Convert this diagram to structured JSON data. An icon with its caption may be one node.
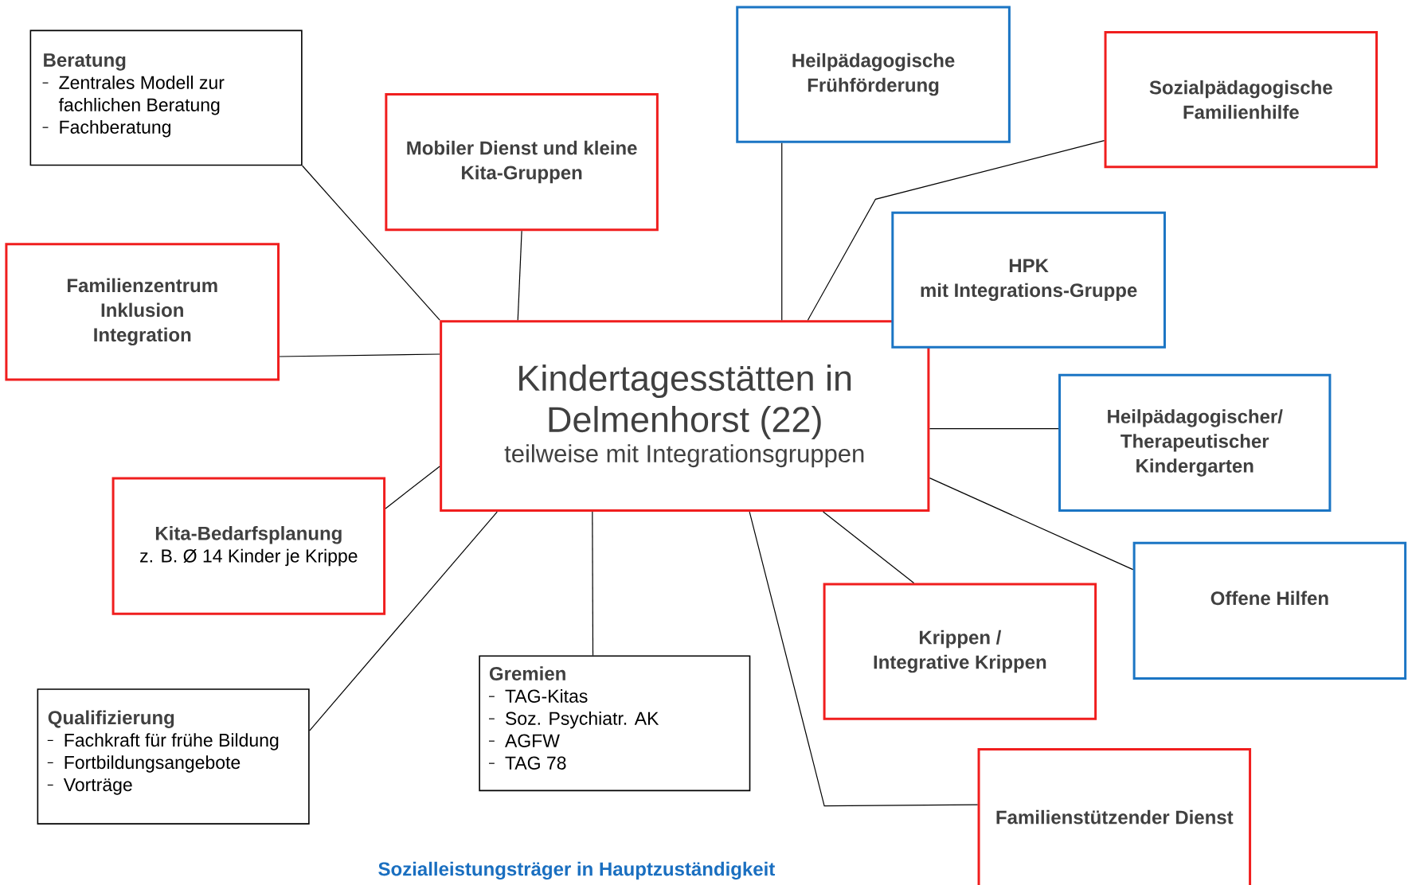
{
  "diagram": {
    "nodes": [
      {
        "text": [
          "Kindertagesstätten in Delmenhorst (22)",
          "teilweise mit Integrationsgruppen"
        ]
      },
      {
        "text": [
          "Beratung",
          "Zentrales Modell zur fachlichen Beratung",
          "Fachberatung"
        ]
      },
      {
        "text": [
          "Mobiler Dienst und kleine Kita-Gruppen"
        ]
      },
      {
        "text": [
          "Heilpädagogische Frühförderung"
        ]
      },
      {
        "text": [
          "Sozialpädagogische Familienhilfe"
        ]
      },
      {
        "text": [
          "Familienzentrum",
          "Inklusion",
          "Integration"
        ]
      },
      {
        "text": [
          "HPK",
          "mit Integrations-Gruppe"
        ]
      },
      {
        "text": [
          "Heilpädagogischer/ Therapeutischer Kindergarten"
        ]
      },
      {
        "text": [
          "Kita-Bedarfsplanung",
          "z. B. Ø 14 Kinder je Krippe"
        ]
      },
      {
        "text": [
          "Offene Hilfen"
        ]
      },
      {
        "text": [
          "Krippen /",
          "Integrative Krippen"
        ]
      },
      {
        "text": [
          "Qualifizierung",
          "Fachkraft für frühe Bildung",
          "Fortbildungsangebote",
          "Vorträge"
        ]
      },
      {
        "text": [
          "Gremien",
          "TAG-Kitas",
          "Soz. Psychiatr. AK",
          "AGFW",
          "TAG 78"
        ]
      },
      {
        "text": [
          "Familienstützender Dienst"
        ]
      }
    ],
    "edges": [
      {
        "from": 1,
        "to": 0,
        "arrow": "none"
      },
      {
        "from": 2,
        "to": 0,
        "arrow": "none"
      },
      {
        "from": 3,
        "to": 0,
        "arrow": "none"
      },
      {
        "from": 4,
        "to": 0,
        "arrow": "none"
      },
      {
        "from": 5,
        "to": 0,
        "arrow": "none"
      },
      {
        "from": 7,
        "to": 0,
        "arrow": "none"
      },
      {
        "from": 8,
        "to": 0,
        "arrow": "none"
      },
      {
        "from": 9,
        "to": 0,
        "arrow": "none"
      },
      {
        "from": 10,
        "to": 0,
        "arrow": "none"
      },
      {
        "from": 11,
        "to": 0,
        "arrow": "none"
      },
      {
        "from": 12,
        "to": 0,
        "arrow": "none"
      },
      {
        "from": 13,
        "to": 0,
        "arrow": "none"
      }
    ],
    "labels": [
      "Sozialleistungsträger in Hauptzuständigkeit"
    ]
  }
}
